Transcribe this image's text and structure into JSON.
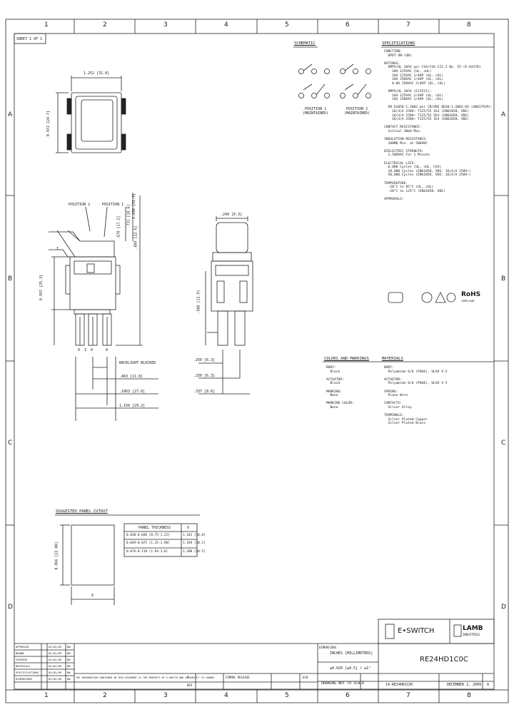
{
  "border": {
    "top_cols": [
      "1",
      "2",
      "3",
      "4",
      "5",
      "6",
      "7",
      "8"
    ],
    "bottom_cols": [
      "1",
      "2",
      "3",
      "4",
      "5",
      "6",
      "7",
      "8"
    ],
    "left_rows": [
      "A",
      "B",
      "C",
      "D"
    ],
    "right_rows": [
      "A",
      "B",
      "C",
      "D"
    ]
  },
  "sheet_label": "SHEET 1 OF 1",
  "top_view": {
    "width_dim": "1.252 [31.8]",
    "height_dim": "0.972 [24.7]"
  },
  "side_view": {
    "position2_label": "POSITION 2",
    "position1_label": "POSITION 1",
    "dim_a": ".678 [17.2]",
    "dim_b": ".731 [18.6]",
    "dim_c": ".889 [22.6]",
    "dim_d": "0.997 [25.3]",
    "dim_e": "1.258 [31.9]",
    "backlight_label": "BACKLIGHT BLOCKED",
    "dim_f": ".463 [11.8]",
    "dim_g": ".1063 [27.0]",
    "dim_h": "1.150 [29.2]",
    "terminal_labels": [
      "0",
      "I",
      "0",
      "0"
    ],
    "i_mark": "I"
  },
  "end_view": {
    "width_dim": ".249 [6.3]",
    "dim_a": ".250 [6.3]",
    "dim_b": ".250 [6.3]",
    "dim_c": ".508 [12.9]",
    "dim_d": ".337 [8.6]"
  },
  "schematic": {
    "heading": "SCHEMATIC",
    "pos1_caption": "POSITION 1\n(MAINTAINED)",
    "pos2_caption": "POSITION 2\n(MAINTAINED)",
    "labels": [
      "0",
      "0",
      "0",
      "0",
      "0",
      "0"
    ]
  },
  "specifications": {
    "heading": "SPECIFICATIONS",
    "body": "FUNCTION:\n  DPDT ON-(ON)\n\nRATINGS:\n  AMPS/UL 1054 per CSA/CSA C22.2 No. 55 (E-64378)\n    20A 125VAC (UL, cUL)\n    16A 125VAC 1/4HP (UL, cUL)\n    16A 250VAC 1/4HP (UL, cUL)\n    8.0A 250VAC 3/4HP (UL, cUL)\n\n  AMPS/UL 1054 (E13521):\n    16A 125VAC 1/4HP (UL, cUL)\n    16A 250VAC 1/4HP (UL, cUL)\n\n  EN 61058-1:2002 per CB/VDE 0630-1:2003-03 (40017939):\n    16(4)A 250V~ T125/55 1E4 (EN61058, VDE)\n    16(4)A 250V~ T125/55 5E4 (EN61058, VDE)\n    16(4)A 250V~ T125/55 1E4 (EN61058, VDE)\n\nCONTACT RESISTANCE:\n  Initial 30mΩ Max.\n\nINSULATION RESISTANCE:\n  100MΩ Min. at 500VDC\n\nDIELECTRIC STRENGTH:\n  1,500VAC For 1 Minute\n\nELECTRICAL LIFE:\n  6,000 Cycles (UL, cUL, CSA)\n  10,000 Cycles (EN61058, VDE: 16(4)A 250V~)\n  50,000 Cycles (EN61058, VDE: 16(4)A 250V~)\n\nTEMPERATURE:\n  -20°C to 85°C (UL, cUL)\n  -20°C to 125°C (EN61058, VDE)\n\nAPPROVALS:",
    "rohs": "RoHS",
    "rohs_sub": "COMPLIANT"
  },
  "colors_markings": {
    "heading": "COLORS AND MARKINGS",
    "body": "BODY:\n  Black\n\nACTUATOR:\n  Black\n\nMARKING:\n  None\n\nMARKING COLOR:\n  None"
  },
  "materials": {
    "heading": "MATERIALS",
    "body": "BODY:\n  Polyamide 6/6 (PA66), UL94 V-2\n\nACTUATOR:\n  Polyamide 6/6 (PA66), UL94 V-2\n\nSPRING:\n  Piano Wire\n\nCONTACTS:\n  Silver Alloy\n\nTERMINALS:\n  Silver Plated Copper\n  Silver Plated Brass"
  },
  "cutout": {
    "heading": "SUGGESTED PANEL CUTOUT",
    "height_dim": "0.866 [22.00]",
    "x_label": "X",
    "table_headers": [
      "PANEL THICKNESS",
      "X"
    ],
    "table_rows": [
      [
        "0.030-0.048 [0.75-1.22]",
        "1.181 [30.0]"
      ],
      [
        "0.049-0.075 [1.25-1.90]",
        "1.189 [30.2]"
      ],
      [
        "0.076-0.118 [1.94-3.0]",
        "1.200 [30.5]"
      ]
    ]
  },
  "logos": {
    "eswitch": "E•SWITCH",
    "lamb_line1": "LAMB",
    "lamb_line2": "INDUSTRIES"
  },
  "title_block": {
    "units_label": "DIMENSIONS",
    "units": "INCHES [MILLIMETERS]",
    "tolerance": "±0.020 [±0.5] / ±1°",
    "scale_note": "DRAWING NOT TO SCALE",
    "part_number": "RE24HD1C0C",
    "drawing_no": "14-RE24HD1C0C",
    "date": "DECEMBER 2, 2009",
    "revision": "A",
    "disclaimer": "THE INFORMATION CONTAINED IN THIS DOCUMENT IS THE PROPERTY OF E-SWITCH AND IS SUBJECT TO CHANGE.",
    "drawn_by_label": "FORMAL RELEASE",
    "rev_letter": "A",
    "rev_block": "REV",
    "ecn_label": "ECN",
    "approval_rows": [
      [
        "APPROVED",
        "/",
        "02/02/09",
        "BW"
      ],
      [
        "DRAWN",
        "/",
        "02/02/09",
        "BW"
      ],
      [
        "CHECKED",
        "/",
        "02/02/09",
        "BW"
      ],
      [
        "MATERIALS",
        "/",
        "02/02/09",
        "BW"
      ],
      [
        "SPECIFICATIONS",
        "/",
        "02/02/09",
        "BW"
      ],
      [
        "DIMENSIONS",
        "/",
        "02/02/09",
        "BW"
      ]
    ]
  }
}
